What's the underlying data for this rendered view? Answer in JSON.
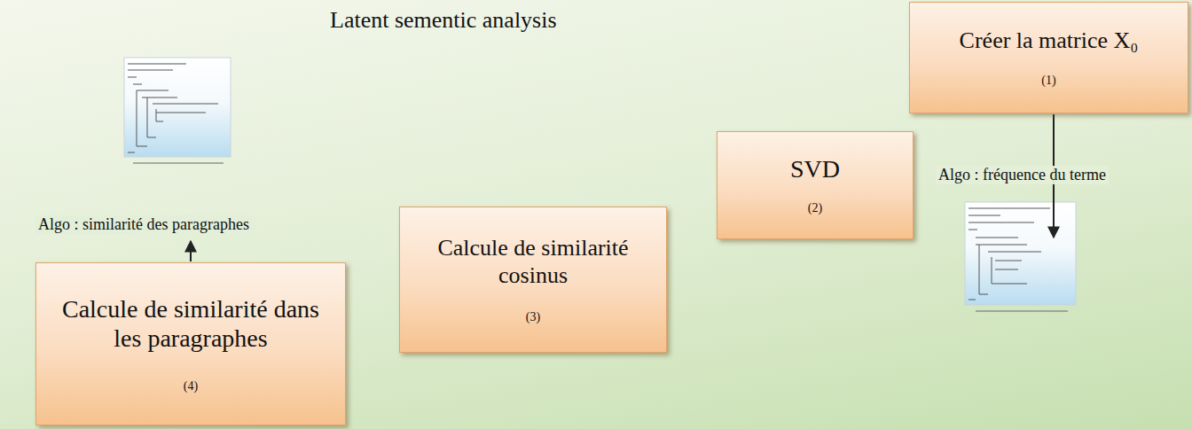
{
  "diagram": {
    "title": "Latent sementic analysis",
    "nodes": [
      {
        "text": [
          "Créer la matrice X₀",
          "(1)"
        ]
      },
      {
        "text": [
          "SVD",
          "(2)"
        ]
      },
      {
        "text": [
          "Calcule de similarité cosinus",
          "(3)"
        ]
      },
      {
        "text": [
          "Calcule de similarité dans les paragraphes",
          "(4)"
        ]
      }
    ],
    "labels": [
      "Algo : fréquence du terme",
      "Algo : similarité des paragraphes"
    ]
  }
}
